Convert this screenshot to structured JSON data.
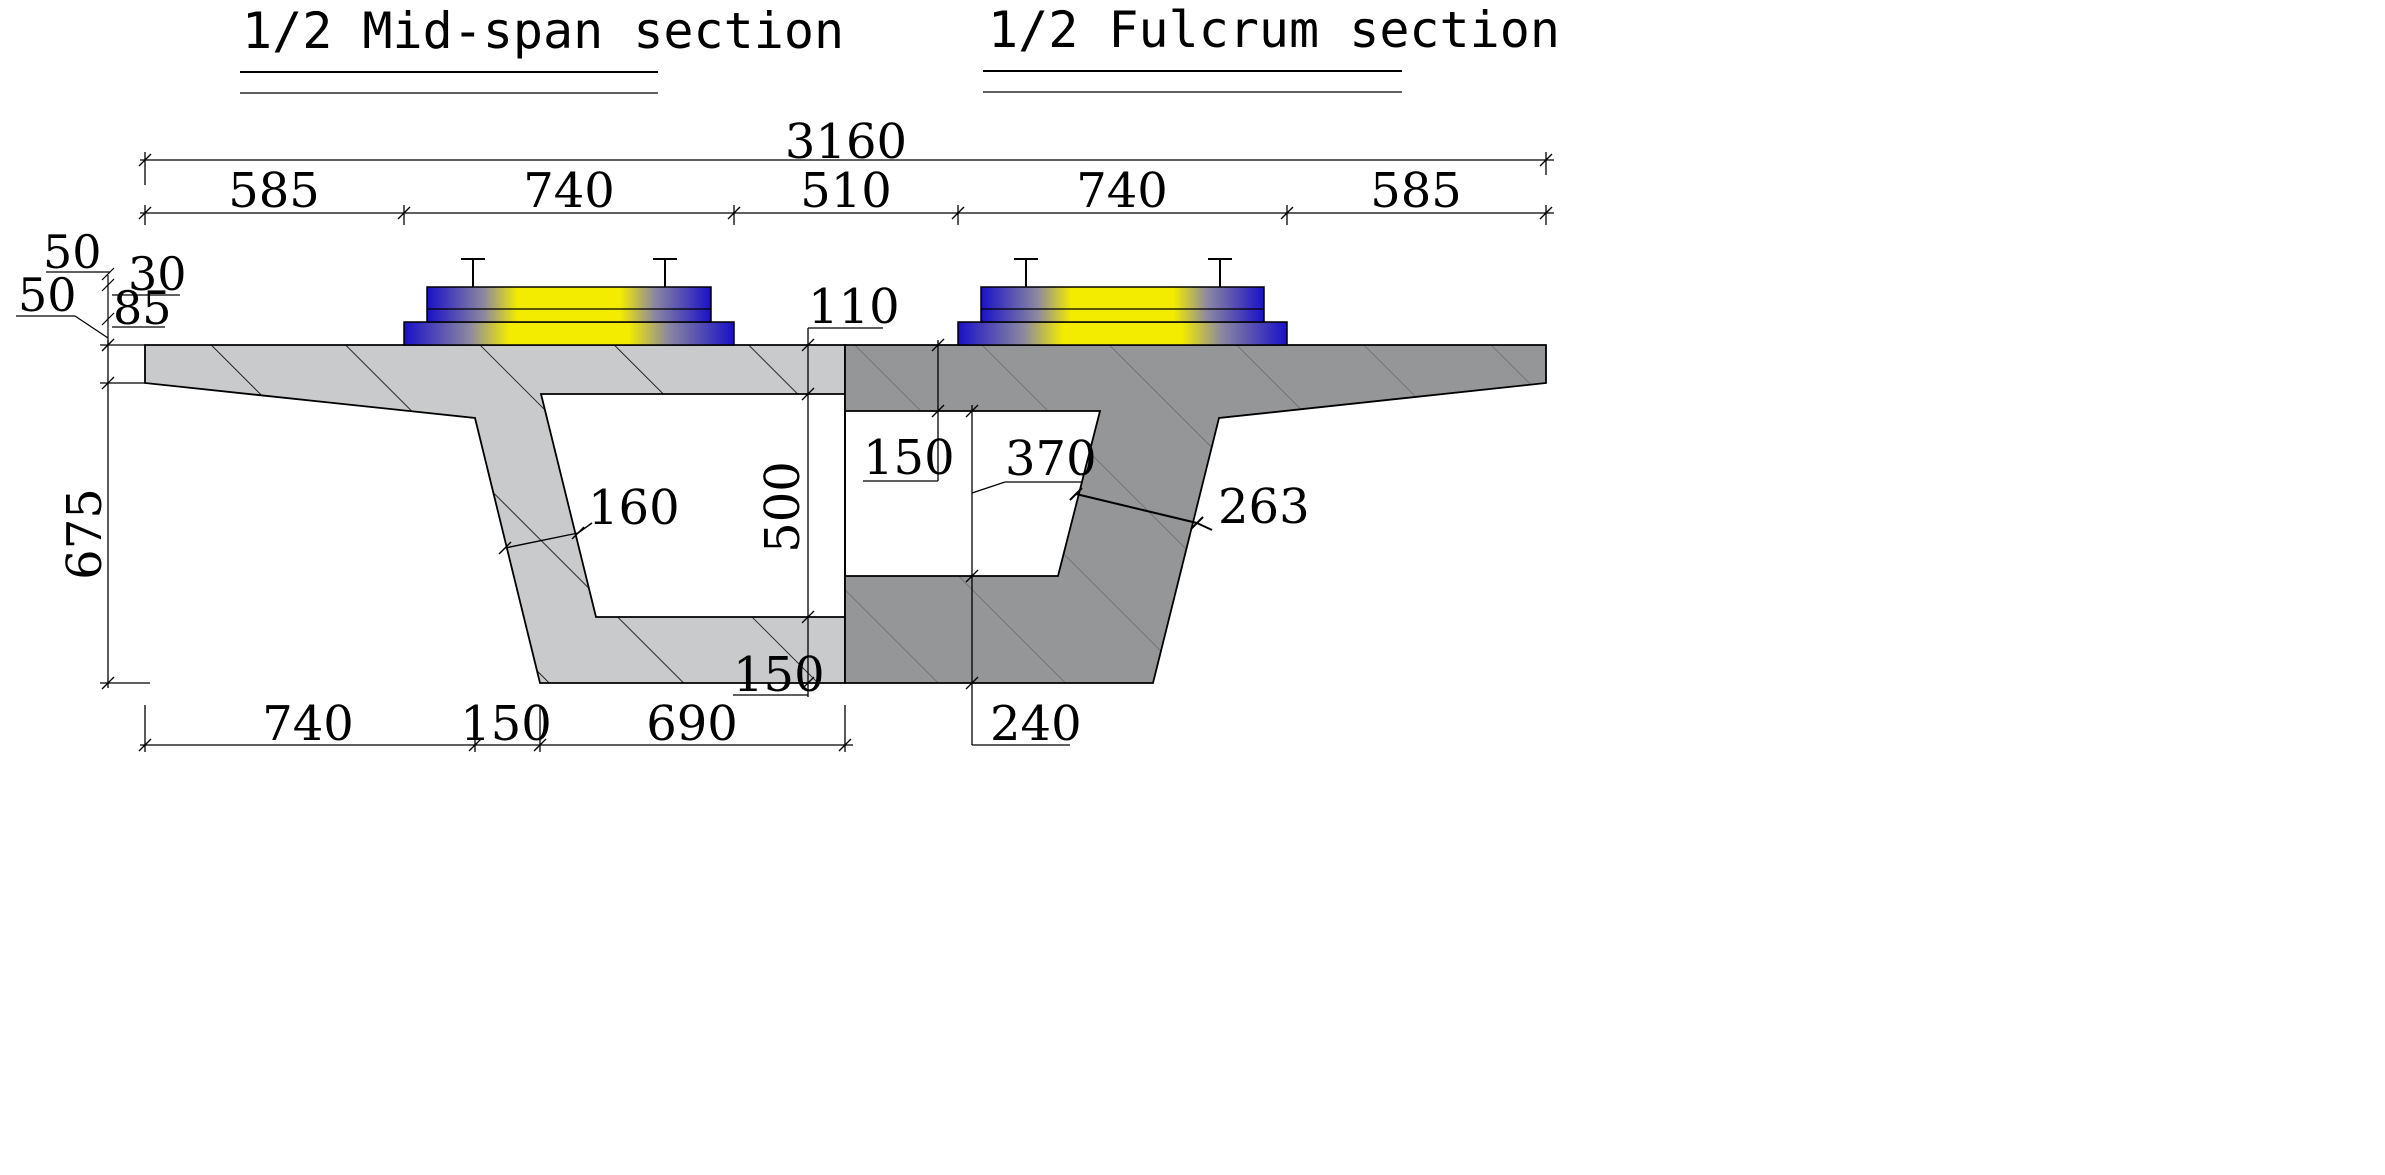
{
  "titles": {
    "left": "1/2 Mid-span section",
    "right": "1/2 Fulcrum section"
  },
  "dimensions": {
    "overall_width": "3160",
    "top_left_overhang": "585",
    "top_left_track": "740",
    "top_middle": "510",
    "top_right_track": "740",
    "top_right_overhang": "585",
    "small_50_a": "50",
    "small_30": "30",
    "small_50_b": "50",
    "small_85": "85",
    "height_total": "675",
    "deck_thickness": "110",
    "box_inner_height": "500",
    "bottom_slab_mid": "150",
    "web_mid": "160",
    "slab_fulcrum": "150",
    "haunch_fulcrum": "370",
    "web_fulcrum": "263",
    "bottom_left_740": "740",
    "bottom_web_150": "150",
    "bottom_690": "690",
    "bottom_240": "240"
  },
  "colors": {
    "midspan_fill": "#c9cacb",
    "fulcrum_fill": "#959698",
    "track_blue": "#1a10c8",
    "track_yellow": "#f5ee00",
    "line": "#000000"
  },
  "icons": {
    "rail": "rail-icon"
  }
}
